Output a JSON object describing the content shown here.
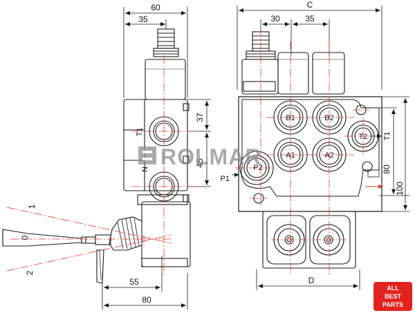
{
  "dimensions": {
    "top_left_60": "60",
    "top_left_35": "35",
    "left_37": "37",
    "left_45": "45",
    "bottom_55": "55",
    "bottom_80": "80",
    "top_right_c": "C",
    "top_right_30": "30",
    "top_right_35": "35",
    "right_80": "80",
    "right_100": "100",
    "bottom_d": "D"
  },
  "ports": {
    "t1_side": "T1",
    "n_side": "N",
    "b1": "B1",
    "b2": "B2",
    "a1": "A1",
    "a2": "A2",
    "t2": "T2",
    "t1_right": "T1",
    "p2": "P2",
    "p1": "P1"
  },
  "lever_positions": {
    "pos1": "1",
    "pos0": "0",
    "pos2": "2"
  },
  "watermark": "ROLMAR",
  "badge": {
    "line1": "ALL",
    "line2": "BEST",
    "line3": "PARTS"
  },
  "colors": {
    "line": "#1a1a1a",
    "centerline": "#d9362b",
    "badge_red": "#e3231f",
    "watermark_gray": "#8a8a8a"
  }
}
